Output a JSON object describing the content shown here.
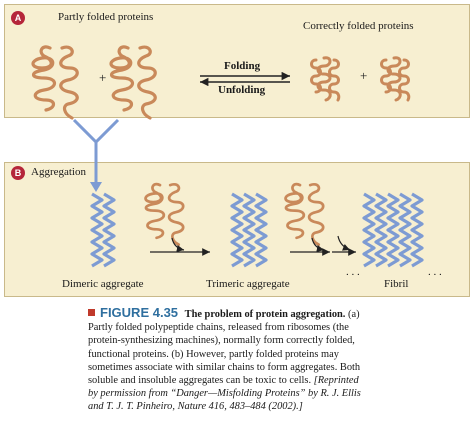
{
  "panel_a": {
    "badge": "A",
    "partly_folded_label": "Partly folded proteins",
    "correctly_folded_label": "Correctly folded proteins",
    "folding_label": "Folding",
    "unfolding_label": "Unfolding",
    "plus": "+"
  },
  "panel_b": {
    "badge": "B",
    "aggregation_label": "Aggregation",
    "dimeric_label": "Dimeric aggregate",
    "trimeric_label": "Trimeric aggregate",
    "fibril_label": "Fibril",
    "dots": ". . ."
  },
  "caption": {
    "figure_number": "FIGURE 4.35",
    "title": "The problem of protein aggregation.",
    "body": "(a) Partly folded polypeptide chains, released from ribosomes (the protein-synthesizing machines), normally form correctly folded, functional proteins. (b) However, partly folded proteins may sometimes associate with similar chains to form aggregates. Both soluble and insoluble aggregates can be toxic to cells.",
    "citation_prefix": "[Reprinted by permission from “Danger—Misfolding Proteins” by R. J. Ellis and T. J. T. Pinheiro,",
    "citation_journal": "Nature 416, 483–484 (2002).]"
  },
  "colors": {
    "panel_bg": "#f7efd1",
    "protein": "#c9895a",
    "aggregate": "#7d9bd3",
    "badge": "#b5263a",
    "figure_blue": "#2f6f9f"
  }
}
